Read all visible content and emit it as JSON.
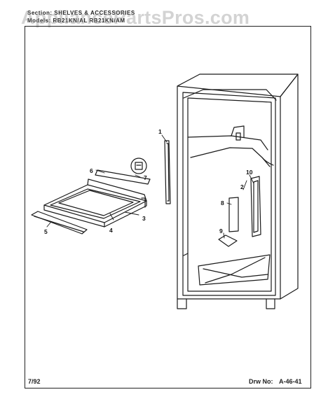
{
  "header": {
    "section_line": "Section:  SHELVES & ACCESSORIES",
    "model_line": "Models: RB21KN/AL  RB21KN/AM"
  },
  "watermark": {
    "text": "AppliancePartsPros.com"
  },
  "callouts": [
    "1",
    "2",
    "3",
    "4",
    "5",
    "6",
    "7",
    "8",
    "9",
    "10"
  ],
  "footer": {
    "date": "7/92",
    "drawing_label": "Drw No:",
    "drawing_number": "A-46-41"
  }
}
